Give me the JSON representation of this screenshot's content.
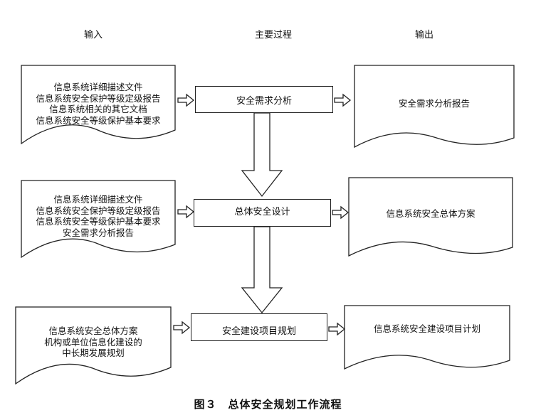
{
  "headers": {
    "input": "输入",
    "process": "主要过程",
    "output": "输出"
  },
  "rows": [
    {
      "inputs": [
        "信息系统详细描述文件",
        "信息系统安全保护等级定级报告",
        "信息系统相关的其它文档",
        "信息系统安全等级保护基本要求"
      ],
      "process": "安全需求分析",
      "output": "安全需求分析报告"
    },
    {
      "inputs": [
        "信息系统详细描述文件",
        "信息系统安全保护等级定级报告",
        "信息系统安全等级保护基本要求",
        "安全需求分析报告"
      ],
      "process": "总体安全设计",
      "output": "信息系统安全总体方案"
    },
    {
      "inputs": [
        "信息系统安全总体方案",
        "机构或单位信息化建设的",
        "中长期发展规划"
      ],
      "process": "安全建设项目规划",
      "output": "信息系统安全建设项目计划"
    }
  ],
  "caption": "图３　总体安全规划工作流程"
}
